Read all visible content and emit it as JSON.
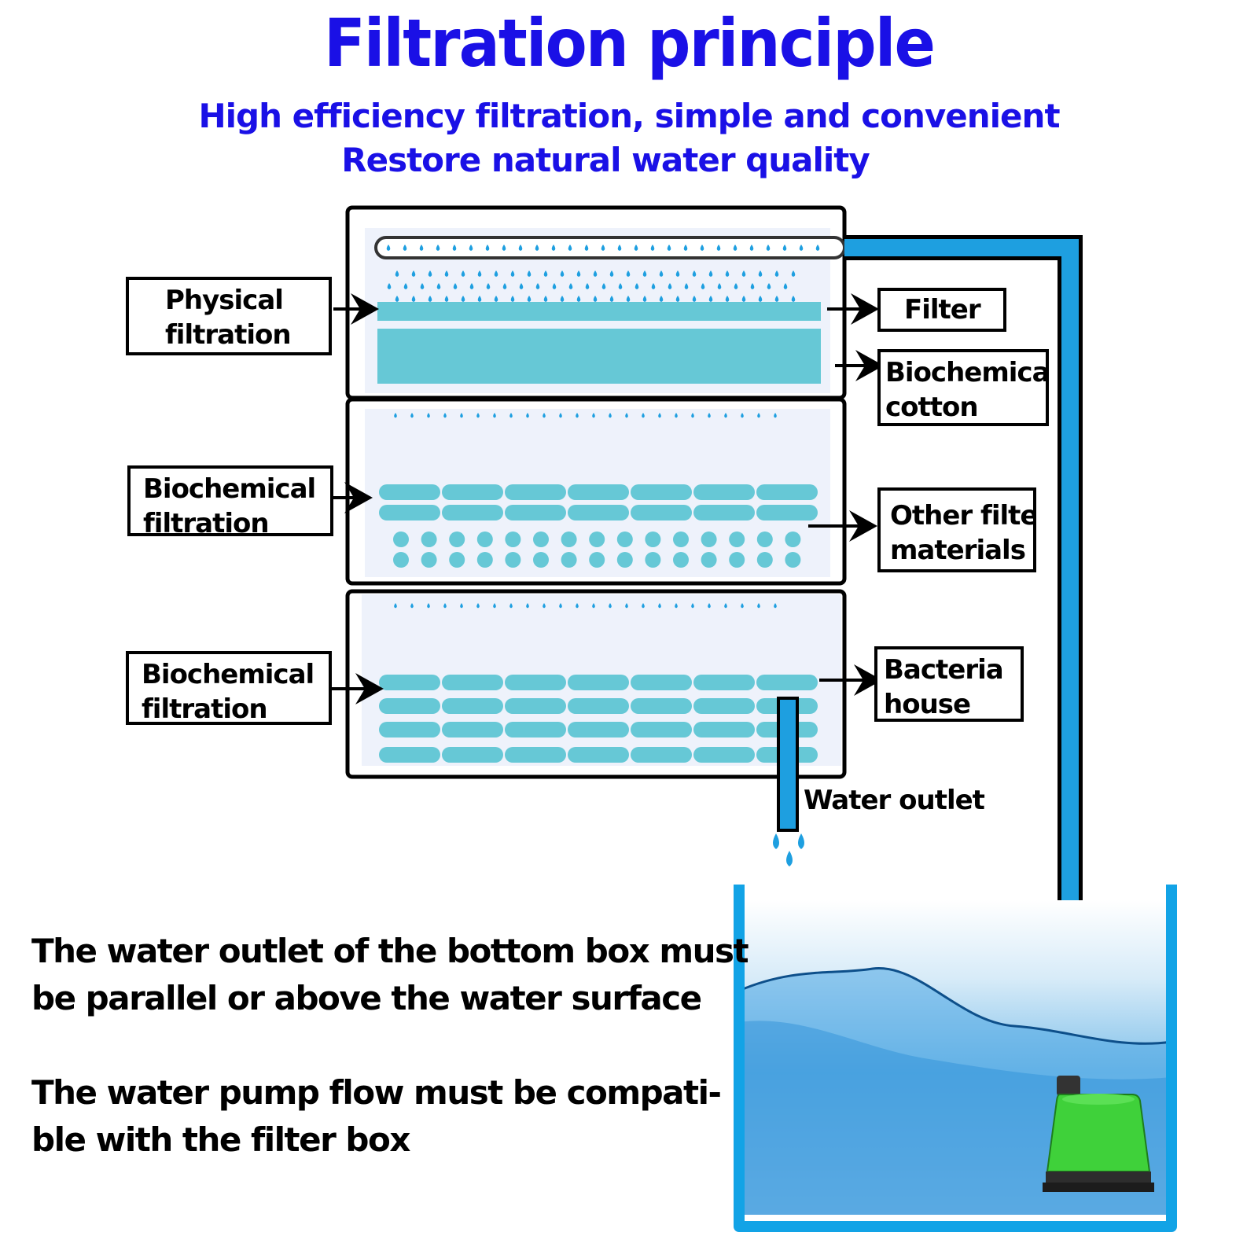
{
  "title": "Filtration principle",
  "subtitle_line1": "High efficiency filtration, simple and convenient",
  "subtitle_line2": "Restore natural water quality",
  "left_labels": [
    {
      "line1": "Physical",
      "line2": "filtration"
    },
    {
      "line1": "Biochemical",
      "line2": "filtration"
    },
    {
      "line1": "Biochemical",
      "line2": "filtration"
    }
  ],
  "right_labels": {
    "filter": {
      "line1": "Filter"
    },
    "cotton": {
      "line1": "Biochemical",
      "line2": "cotton"
    },
    "other": {
      "line1": "Other filter",
      "line2": "materials"
    },
    "bacteria": {
      "line1": "Bacteria",
      "line2": "house"
    }
  },
  "water_outlet_label": "Water outlet",
  "notes": {
    "note1_line1": "The water outlet of the bottom box must",
    "note1_line2": "be parallel or above the water surface",
    "note2_line1": "The water pump flow must be compati-",
    "note2_line2": "ble with the filter box"
  },
  "colors": {
    "title": "#1a10e6",
    "media": "#66c8d6",
    "pipe": "#1e9fe0",
    "tank_panel": "#eef2fb",
    "pump": "#3fd13a",
    "water": "#2b9ae0"
  },
  "icons": [
    "water-drop-icon",
    "arrow-right-icon",
    "water-pump-icon"
  ]
}
